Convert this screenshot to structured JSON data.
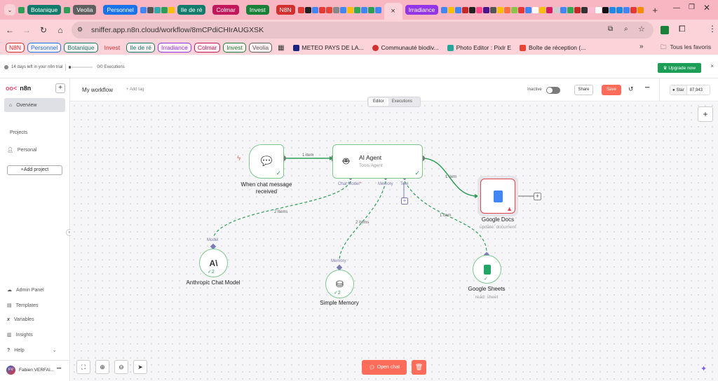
{
  "browser": {
    "tab_groups": [
      {
        "label": "Botanique",
        "color": "#137b6b"
      },
      {
        "label": "Veolia",
        "color": "#5f5f5f"
      },
      {
        "label": "Personnel",
        "color": "#1a73e8"
      },
      {
        "label": "Ile de ré",
        "color": "#137b6b"
      },
      {
        "label": "Colmar",
        "color": "#c2185b"
      },
      {
        "label": "Invest",
        "color": "#188038"
      },
      {
        "label": "N8N",
        "color": "#d32f2f"
      },
      {
        "label": "Irradiance",
        "color": "#9334e6"
      }
    ],
    "active_tab_close": "×",
    "new_tab": "+",
    "url": "sniffer.app.n8n.cloud/workflow/8mCPdiCHIrAUGXSK",
    "bookmarks": [
      {
        "label": "N8N",
        "color": "#d32f2f"
      },
      {
        "label": "Personnel",
        "color": "#1a73e8"
      },
      {
        "label": "Botanique",
        "color": "#137b6b"
      },
      {
        "label": "Invest",
        "color": "#d32f2f"
      },
      {
        "label": "Ile de ré",
        "color": "#137b6b"
      },
      {
        "label": "Irradiance",
        "color": "#9334e6"
      },
      {
        "label": "Colmar",
        "color": "#c2185b"
      },
      {
        "label": "Invest",
        "color": "#188038"
      },
      {
        "label": "Veolia",
        "color": "#5f5f5f"
      }
    ],
    "bookmark_links": [
      "METEO PAYS DE LA...",
      "Communauté biodiv...",
      "Photo Editor : Pixlr E",
      "Boîte de réception (..."
    ],
    "more_bookmarks": "»",
    "all_bookmarks": "Tous les favoris"
  },
  "trial": {
    "text": "14 days left in your n8n trial",
    "executions": "0/0 Executions",
    "upgrade": "Upgrade now",
    "close": "×"
  },
  "sidebar": {
    "brand": "n8n",
    "add": "+",
    "overview": "Overview",
    "projects": "Projects",
    "personal": "Personal",
    "add_project": "+Add project",
    "bottom": [
      "Admin Panel",
      "Templates",
      "Variables",
      "Insights",
      "Help"
    ],
    "user": "Fabien VERFAI...",
    "user_initials": "FV",
    "more": "•••"
  },
  "header": {
    "workflow_name": "My workflow",
    "add_tag": "+ Add tag",
    "inactive": "Inactive",
    "share": "Share",
    "save": "Save",
    "more": "•••",
    "tabs": [
      "Editor",
      "Executions"
    ],
    "active_tab": "Editor"
  },
  "github": {
    "star": "Star",
    "count": "87,943"
  },
  "canvas": {
    "nodes": {
      "trigger": {
        "title": "When chat message received"
      },
      "agent": {
        "title": "AI Agent",
        "subtitle": "Tools Agent",
        "ports": [
          "Chat Model",
          "Memory",
          "Tool"
        ],
        "required_mark": "*"
      },
      "docs": {
        "title": "Google Docs",
        "subtitle": "update: document"
      },
      "anthropic": {
        "title": "Anthropic Chat Model",
        "port": "Model",
        "runs": "2"
      },
      "memory": {
        "title": "Simple Memory",
        "port": "Memory",
        "runs": "2"
      },
      "sheets": {
        "title": "Google Sheets",
        "subtitle": "read: sheet"
      }
    },
    "edges": {
      "trigger_agent": "1 item",
      "agent_docs": "1 item",
      "model": "2 items",
      "memory": "2 items",
      "tool": "1 item"
    },
    "open_chat": "Open chat",
    "colors": {
      "success": "#7cc88e",
      "edge": "#2e9e57",
      "error": "#e0454d",
      "accent": "#ff6d5a",
      "port": "#7b7bb8"
    }
  }
}
